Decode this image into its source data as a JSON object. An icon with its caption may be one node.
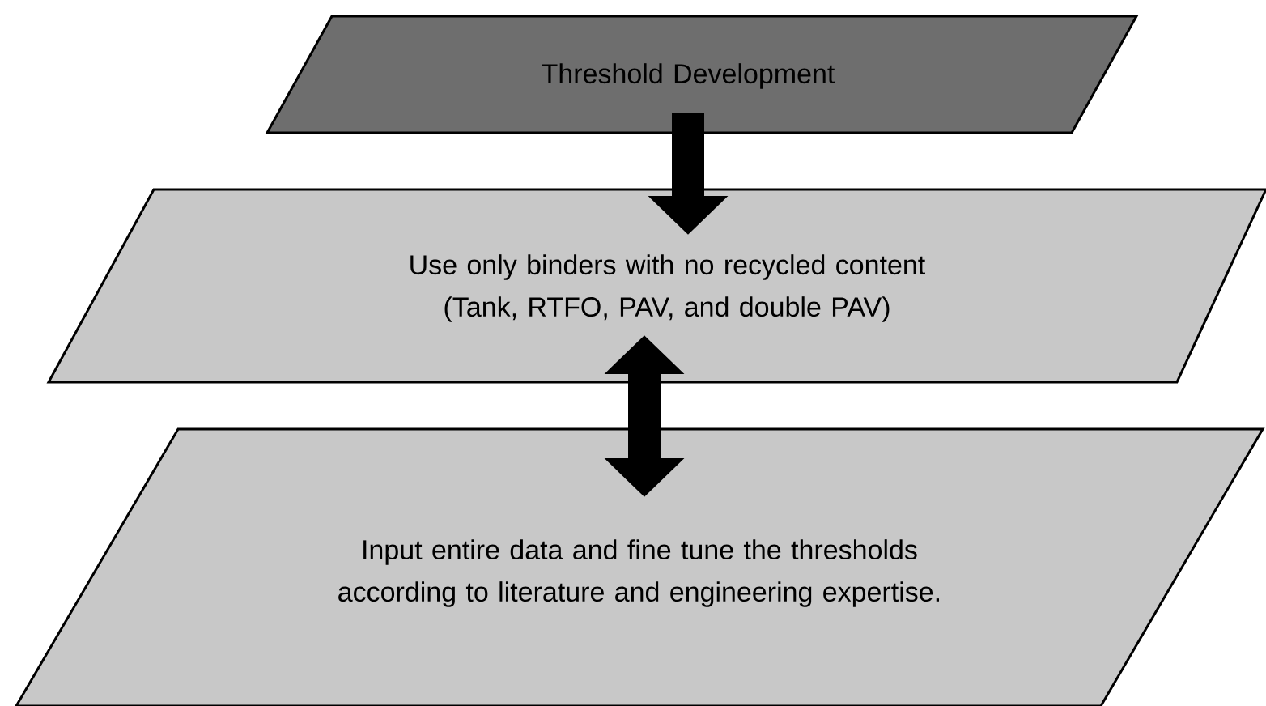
{
  "diagram": {
    "nodes": [
      {
        "text": [
          "Threshold Development"
        ]
      },
      {
        "text": [
          "Use only binders with no recycled content (Tank, RTFO, PAV, and double PAV)"
        ]
      },
      {
        "text": [
          "Input entire data and fine tune the thresholds according to literature and engineering expertise."
        ]
      }
    ],
    "edges": [
      {
        "from": 0,
        "to": 1,
        "arrow": "to"
      },
      {
        "from": 1,
        "to": 2,
        "arrow": "both"
      }
    ]
  }
}
